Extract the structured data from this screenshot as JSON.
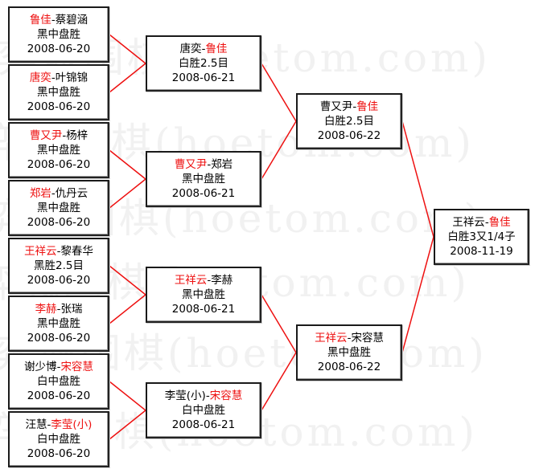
{
  "watermark": "弈城围棋(hoetom.com)",
  "colors": {
    "winner": "#ee1111",
    "connector": "#ee1111",
    "text": "#000000"
  },
  "rounds": [
    {
      "name": "round-1",
      "matches": [
        {
          "p1": "鲁佳",
          "sep": "-",
          "p2": "蔡碧涵",
          "winner": 1,
          "result": "黑中盘胜",
          "date": "2008-06-20"
        },
        {
          "p1": "唐奕",
          "sep": "-",
          "p2": "叶锦锦",
          "winner": 1,
          "result": "黑中盘胜",
          "date": "2008-06-20"
        },
        {
          "p1": "曹又尹",
          "sep": "-",
          "p2": "杨梓",
          "winner": 1,
          "result": "黑中盘胜",
          "date": "2008-06-20"
        },
        {
          "p1": "郑岩",
          "sep": "-",
          "p2": "仇丹云",
          "winner": 1,
          "result": "黑中盘胜",
          "date": "2008-06-20"
        },
        {
          "p1": "王祥云",
          "sep": "-",
          "p2": "黎春华",
          "winner": 1,
          "result": "黑胜2.5目",
          "date": "2008-06-20"
        },
        {
          "p1": "李赫",
          "sep": "-",
          "p2": "张瑞",
          "winner": 1,
          "result": "黑中盘胜",
          "date": "2008-06-20"
        },
        {
          "p1": "谢少博",
          "sep": "-",
          "p2": "宋容慧",
          "winner": 2,
          "result": "白中盘胜",
          "date": "2008-06-20"
        },
        {
          "p1": "汪慧",
          "sep": "-",
          "p2": "李莹(小)",
          "winner": 2,
          "result": "白中盘胜",
          "date": "2008-06-20"
        }
      ]
    },
    {
      "name": "round-2",
      "matches": [
        {
          "p1": "唐奕",
          "sep": "-",
          "p2": "鲁佳",
          "winner": 2,
          "result": "白胜2.5目",
          "date": "2008-06-21"
        },
        {
          "p1": "曹又尹",
          "sep": "-",
          "p2": "郑岩",
          "winner": 1,
          "result": "黑中盘胜",
          "date": "2008-06-21"
        },
        {
          "p1": "王祥云",
          "sep": "-",
          "p2": "李赫",
          "winner": 1,
          "result": "黑中盘胜",
          "date": "2008-06-21"
        },
        {
          "p1": "李莹(小)",
          "sep": "-",
          "p2": "宋容慧",
          "winner": 2,
          "result": "白中盘胜",
          "date": "2008-06-21"
        }
      ]
    },
    {
      "name": "round-3",
      "matches": [
        {
          "p1": "曹又尹",
          "sep": "-",
          "p2": "鲁佳",
          "winner": 2,
          "result": "白胜2.5目",
          "date": "2008-06-22"
        },
        {
          "p1": "王祥云",
          "sep": "-",
          "p2": "宋容慧",
          "winner": 1,
          "result": "黑中盘胜",
          "date": "2008-06-22"
        }
      ]
    },
    {
      "name": "final",
      "matches": [
        {
          "p1": "王祥云",
          "sep": "-",
          "p2": "鲁佳",
          "winner": 2,
          "result": "白胜3又1/4子",
          "date": "2008-11-19"
        }
      ]
    }
  ]
}
